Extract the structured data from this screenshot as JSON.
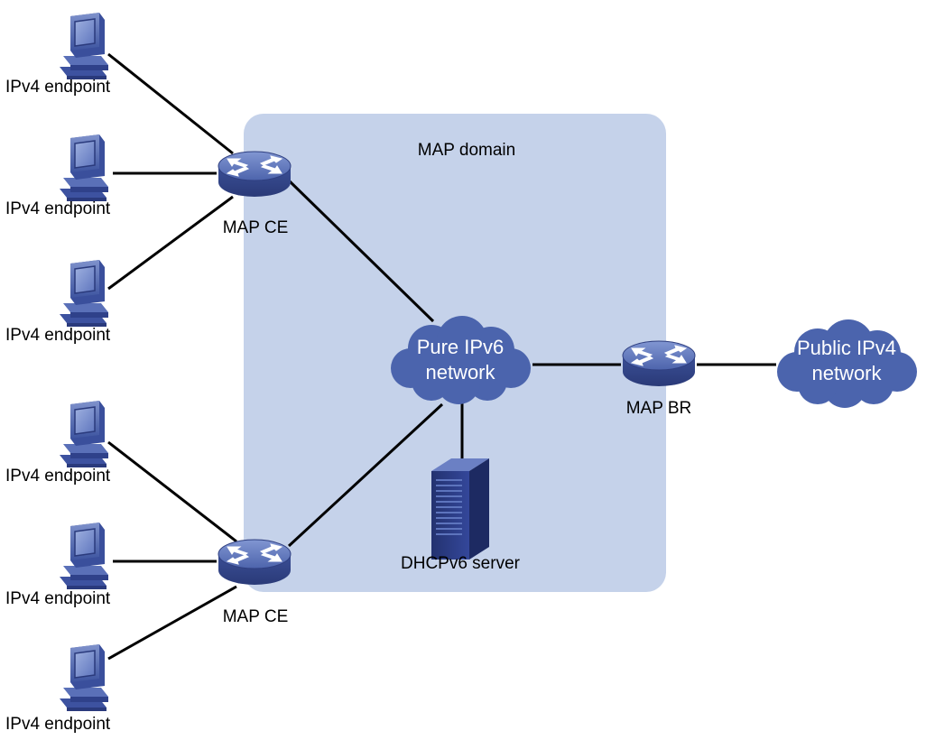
{
  "diagram": {
    "domain_label": "MAP domain",
    "endpoint_label": "IPv4 endpoint",
    "ce_top_label": "MAP CE",
    "ce_bottom_label": "MAP CE",
    "br_label": "MAP BR",
    "ipv6_cloud": {
      "line1": "Pure IPv6",
      "line2": "network"
    },
    "ipv4_cloud": {
      "line1": "Public IPv4",
      "line2": "network"
    },
    "server_label": "DHCPv6 server"
  },
  "colors": {
    "domain_fill": "#c5d2ea",
    "device_blue": "#4a61a8",
    "device_dark": "#2f3f80",
    "cloud_fill": "#4b64ad",
    "link": "#000000"
  },
  "icons": {
    "endpoint": "desktop-computer-icon",
    "ce": "router-icon",
    "br": "router-icon",
    "server": "server-tower-icon",
    "cloud": "cloud-icon"
  }
}
